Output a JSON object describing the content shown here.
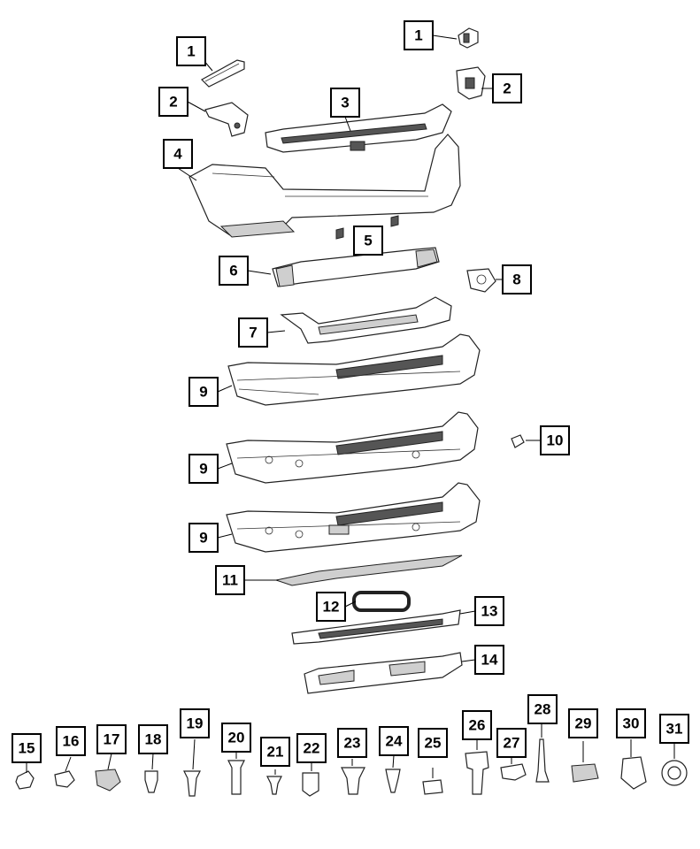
{
  "diagram": {
    "callouts": [
      "1",
      "1",
      "2",
      "2",
      "3",
      "4",
      "5",
      "6",
      "7",
      "8",
      "9",
      "9",
      "9",
      "10",
      "11",
      "12",
      "13",
      "14"
    ],
    "hardware_callouts": [
      "15",
      "16",
      "17",
      "18",
      "19",
      "20",
      "21",
      "22",
      "23",
      "24",
      "25",
      "26",
      "27",
      "28",
      "29",
      "30",
      "31"
    ]
  }
}
